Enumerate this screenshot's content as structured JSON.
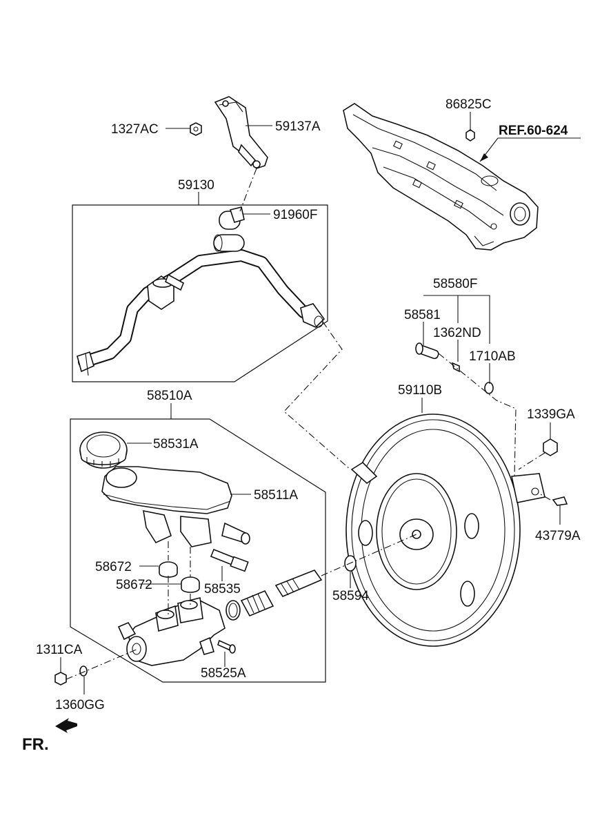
{
  "diagram": {
    "labels": {
      "p1327AC": "1327AC",
      "p59137A": "59137A",
      "p86825C": "86825C",
      "ref": "REF.60-624",
      "p59130": "59130",
      "p91960F": "91960F",
      "p58580F": "58580F",
      "p58581": "58581",
      "p1362ND": "1362ND",
      "p1710AB": "1710AB",
      "p58510A": "58510A",
      "p59110B": "59110B",
      "p1339GA": "1339GA",
      "p58531A": "58531A",
      "p58511A": "58511A",
      "p43779A": "43779A",
      "p58672a": "58672",
      "p58672b": "58672",
      "p58535": "58535",
      "p58594": "58594",
      "p1311CA": "1311CA",
      "p58525A": "58525A",
      "p1360GG": "1360GG",
      "fr": "FR."
    }
  }
}
